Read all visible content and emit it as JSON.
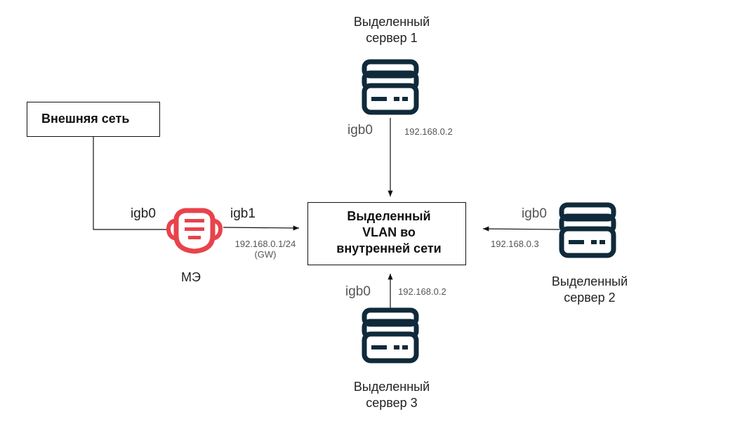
{
  "external_network": {
    "label": "Внешняя сеть"
  },
  "firewall": {
    "label": "МЭ",
    "iface_in": "igb0",
    "iface_out": "igb1",
    "ip": "192.168.0.1/24",
    "ip_note": "(GW)",
    "color": "#e8434b"
  },
  "vlan": {
    "label": "Выделенный VLAN во внутренней сети"
  },
  "servers": [
    {
      "label_line1": "Выделенный",
      "label_line2": "сервер 1",
      "iface": "igb0",
      "ip": "192.168.0.2"
    },
    {
      "label_line1": "Выделенный",
      "label_line2": "сервер 2",
      "iface": "igb0",
      "ip": "192.168.0.3"
    },
    {
      "label_line1": "Выделенный",
      "label_line2": "сервер 3",
      "iface": "igb0",
      "ip": "192.168.0.2"
    }
  ],
  "colors": {
    "server_icon": "#0f2a3a",
    "line": "#111111"
  }
}
